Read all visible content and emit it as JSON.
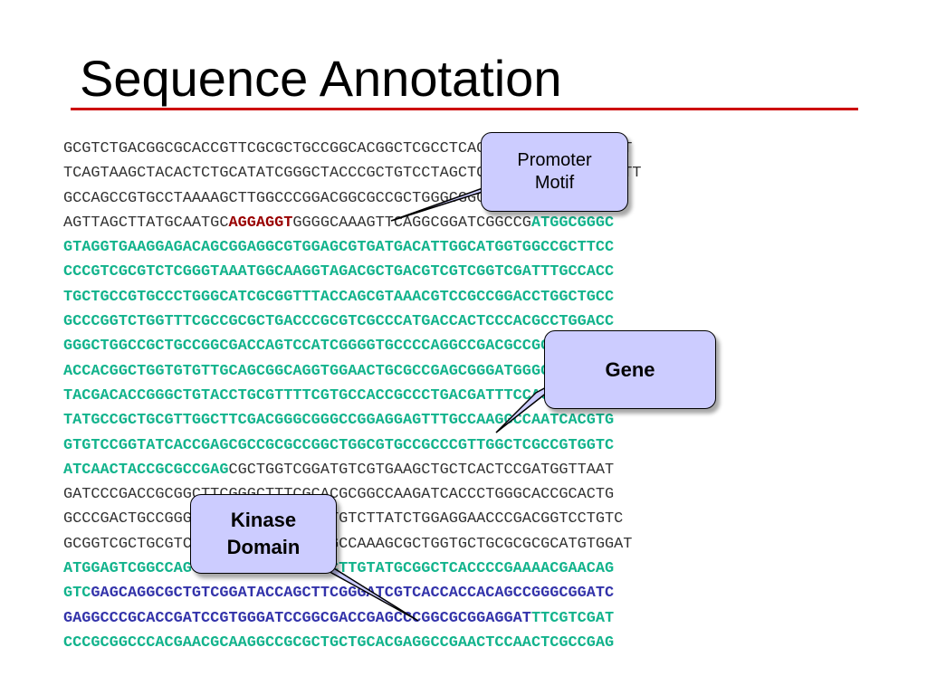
{
  "slide": {
    "title": "Sequence Annotation"
  },
  "colors": {
    "rule": "#cc0000",
    "plain": "#333333",
    "promoter": "#990000",
    "gene": "#12b38c",
    "kinase": "#3333aa",
    "callout_fill": "#ccccff"
  },
  "sequence_lines": [
    [
      {
        "t": "GCGTCTGACGGCGCACCGTTCGCGCTGCCGGCACGGCTCGCCTCAGATAATGAAAATCATGT",
        "c": "plain"
      }
    ],
    [
      {
        "t": "TCAGTAAGCTACACTCTGCATATCGGGCTACCCGCTGTCCTAGCTCATATCGGTCATGATCTT",
        "c": "plain"
      }
    ],
    [
      {
        "t": "GCCAGCCGTGCCTAAAAGCTTGGCCCGGACGGCGCCGCTGGGCGGGTCGCGGTCGCCTCGA",
        "c": "plain"
      }
    ],
    [
      {
        "t": "AGTTAGCTTATGCAATGC",
        "c": "plain"
      },
      {
        "t": "AGGAGGT",
        "c": "promoter"
      },
      {
        "t": "GGGGCAAAGTTCAGGCGGATCGGCCG",
        "c": "plain"
      },
      {
        "t": "ATGGCGGGC",
        "c": "gene"
      }
    ],
    [
      {
        "t": "GTAGGTGAAGGAGACAGCGGAGGCGTGGAGCGTGATGACATTGGCATGGTGGCCGCTTCC",
        "c": "gene"
      }
    ],
    [
      {
        "t": "CCCGTCGCGTCTCGGGTAAATGGCAAGGTAGACGCTGACGTCGTCGGTCGATTTGCCACC",
        "c": "gene"
      }
    ],
    [
      {
        "t": "TGCTGCCGTGCCCTGGGCATCGCGGTTTACCAGCGTAAACGTCCGCCGGACCTGGCTGCC",
        "c": "gene"
      }
    ],
    [
      {
        "t": "GCCCGGTCTGGTTTCGCCGCGCTGACCCGCGTCGCCCATGACCACTCCCACGCCTGGACC",
        "c": "gene"
      }
    ],
    [
      {
        "t": "GGGCTGGCCGCTGCCGGCGACCAGTCCATCGGGGTGCCCCAGGCCGACGCCGCGCACGGCG",
        "c": "gene"
      }
    ],
    [
      {
        "t": "ACCACGGCTGGTGTGTTGCAGCGGCAGGTGGAACTGCGCCGAGCGGGATGGGCTTCCTG",
        "c": "gene"
      }
    ],
    [
      {
        "t": "TACGACACCGGGCTGTACCTGCGTTTTCGTGCCACCGCCCTGACGATTTCCACCTCGCG",
        "c": "gene"
      }
    ],
    [
      {
        "t": "TATGCCGCTGCGTTGGCTTCGACGGGCGGGCCGGAGGAGTTTGCCAAGGCCAATCACGTG",
        "c": "gene"
      }
    ],
    [
      {
        "t": "GTGTCCGGTATCACCGAGCGCCGCGCCGGCTGGCGTGCCGCCCGTTGGCTCGCCGTGGTC",
        "c": "gene"
      }
    ],
    [
      {
        "t": "ATCAACTACCGCGCCGAG",
        "c": "gene"
      },
      {
        "t": "CGCTGGTCGGATGTCGTGAAGCTGCTCACTCCGATGGTTAAT",
        "c": "plain"
      }
    ],
    [
      {
        "t": "GATCCCGACCGCGGCTTCGGGCTTTCGCACGCGGCCAAGATCACCCTGGGCACCGCACTG",
        "c": "plain"
      }
    ],
    [
      {
        "t": "GCCCGACTGCCGGGCCGGCACGCCGGCGCTGTCTTATCTGGAGGAACCCGACGGTCCTGTC",
        "c": "plain"
      }
    ],
    [
      {
        "t": "GCGGTCGCTGCGTCTCGACCGCGCCACTGGCCAAAGCGCTGGTGCTGCGCGCGCATGTGGAT",
        "c": "plain"
      }
    ],
    [
      {
        "t": "ATGGAGTCGGCCAGCGAAGTGCTGCAGGACTTGTATGCGGCTCACCCCGAAAACGAACAG",
        "c": "gene"
      }
    ],
    [
      {
        "t": "GTC",
        "c": "gene"
      },
      {
        "t": "GAGCAGGCGCTGTCGGATACCAGCTTCGGGATCGTCACCACCACAGCCGGGCGGATC",
        "c": "kinase"
      }
    ],
    [
      {
        "t": "GAGGCCCGCACCGATCCGTGGGATCCGGCGACCGAGCCCGGCGCGGAGGAT",
        "c": "kinase"
      },
      {
        "t": "TTCGTCGAT",
        "c": "gene"
      }
    ],
    [
      {
        "t": "CCCGCGGCCCACGAACGCAAGGCCGCGCTGCTGCACGAGGCCGAACTCCAACTCGCCGAG",
        "c": "gene"
      }
    ]
  ],
  "callouts": {
    "promoter": {
      "line1": "Promoter",
      "line2": "Motif"
    },
    "gene": {
      "label": "Gene"
    },
    "kinase": {
      "line1": "Kinase",
      "line2": "Domain"
    }
  }
}
